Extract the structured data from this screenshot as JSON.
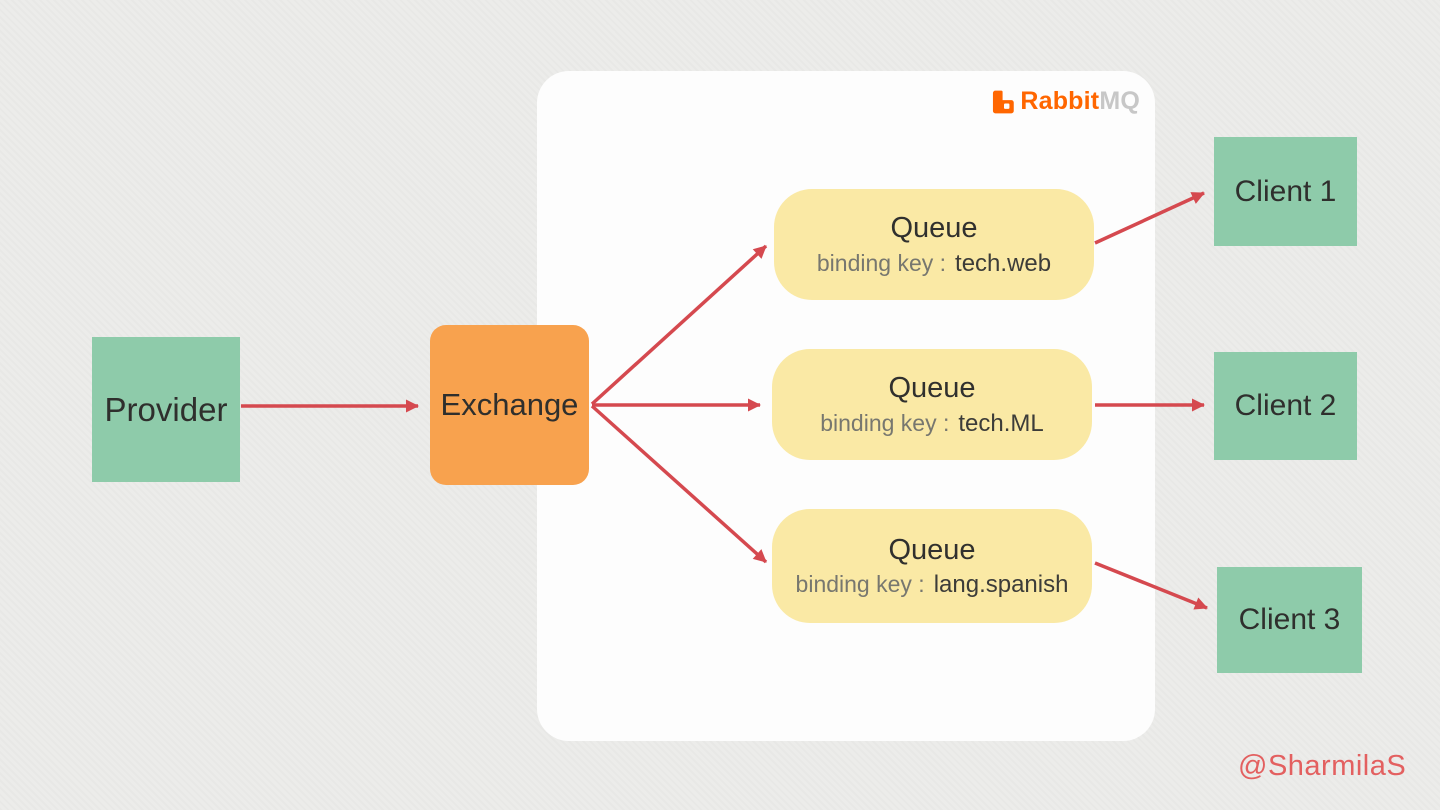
{
  "colors": {
    "bg": "#ececea",
    "panel": "#fdfdfd",
    "green": "#8ecbaa",
    "orange": "#f8a24e",
    "yellow": "#fae9a5",
    "arrow": "#d5494f",
    "brand-orange": "#ff6600",
    "brand-gray": "#c7c7c7",
    "watermark": "#e36060"
  },
  "logo": {
    "icon": "rabbitmq-icon",
    "brand": "Rabbit",
    "suffix": "MQ"
  },
  "nodes": {
    "provider": {
      "label": "Provider"
    },
    "exchange": {
      "label": "Exchange"
    },
    "queues": [
      {
        "title": "Queue",
        "binding_label": "binding key :",
        "binding_key": "tech.web"
      },
      {
        "title": "Queue",
        "binding_label": "binding key :",
        "binding_key": "tech.ML"
      },
      {
        "title": "Queue",
        "binding_label": "binding key :",
        "binding_key": "lang.spanish"
      }
    ],
    "clients": [
      {
        "label": "Client 1"
      },
      {
        "label": "Client 2"
      },
      {
        "label": "Client 3"
      }
    ]
  },
  "edges": [
    "provider-to-exchange",
    "exchange-to-queue-1",
    "exchange-to-queue-2",
    "exchange-to-queue-3",
    "queue-1-to-client-1",
    "queue-2-to-client-2",
    "queue-3-to-client-3"
  ],
  "watermark": "@SharmilaS"
}
